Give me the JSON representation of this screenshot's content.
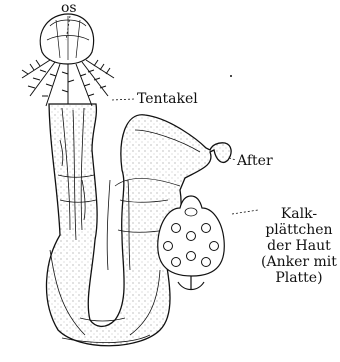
{
  "labels": {
    "mouth": "os",
    "tentacles": "Tentakel",
    "anus": "After",
    "ossicles": [
      "Kalk-",
      "plättchen",
      "der Haut",
      "(Anker mit",
      "Platte)"
    ]
  },
  "colors": {
    "ink": "#111111",
    "background": "#ffffff",
    "stipple": "#9a9a9a"
  }
}
